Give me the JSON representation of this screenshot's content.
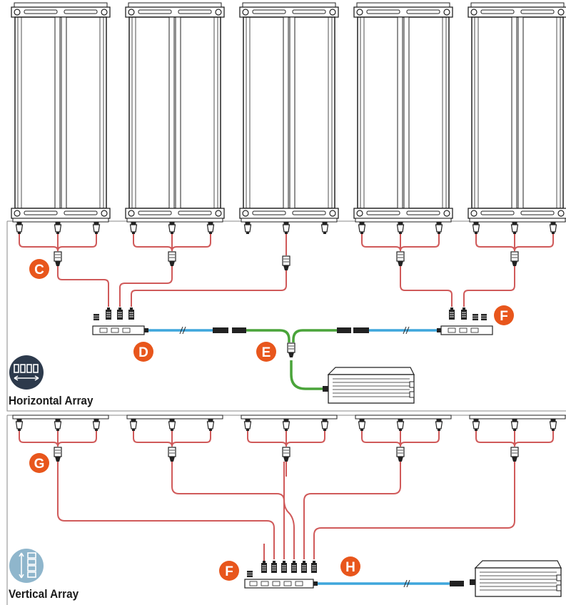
{
  "sections": {
    "horizontal": {
      "label": "Horizontal Array",
      "icon": "horizontal-array-icon"
    },
    "vertical": {
      "label": "Vertical Array",
      "icon": "vertical-array-icon"
    }
  },
  "callouts": {
    "C": "C",
    "D": "D",
    "E": "E",
    "F_top": "F",
    "G": "G",
    "F_bottom": "F",
    "H": "H"
  },
  "colors": {
    "callout": "#e8561c",
    "power_cable": "#d05a5a",
    "data_cable": "#3ea6dc",
    "supply_cable": "#4aa43a",
    "horizontal_icon": "#2d3a4c",
    "vertical_icon": "#8fb6cc",
    "line_art": "#222222"
  },
  "components": [
    "light-panel",
    "splitter-connector",
    "hub",
    "extension-cable",
    "y-cable",
    "power-supply"
  ]
}
